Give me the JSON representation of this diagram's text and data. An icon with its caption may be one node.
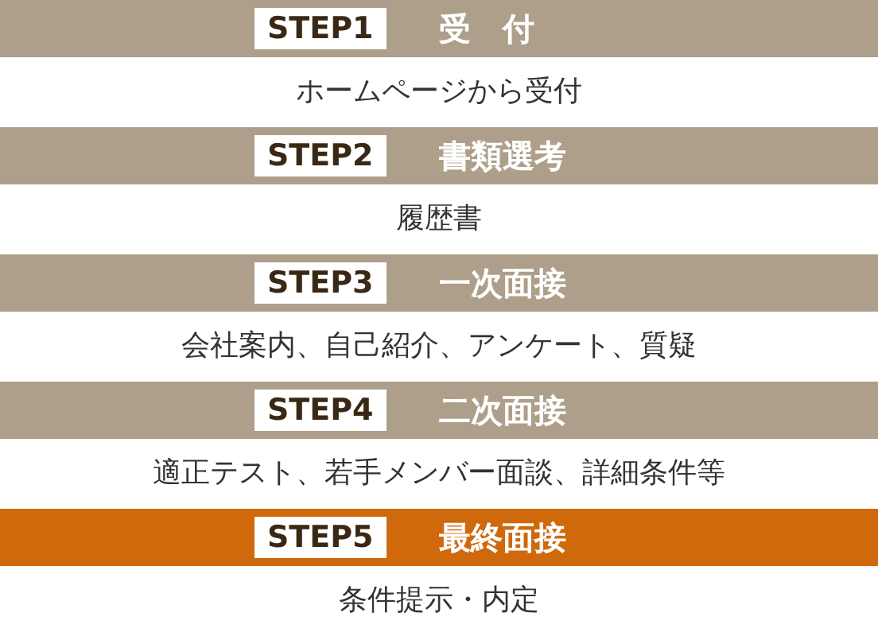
{
  "diagram": {
    "nodes": [
      {
        "text": [
          "STEP1",
          "受　付"
        ],
        "beside": [
          "ホームページから受付"
        ]
      },
      {
        "text": [
          "STEP2",
          "書類選考"
        ],
        "beside": [
          "履歴書"
        ]
      },
      {
        "text": [
          "STEP3",
          "一次面接"
        ],
        "beside": [
          "会社案内、自己紹介、アンケート、質疑"
        ]
      },
      {
        "text": [
          "STEP4",
          "二次面接"
        ],
        "beside": [
          "適正テスト、若手メンバー面談、詳細条件等"
        ]
      },
      {
        "text": [
          "STEP5",
          "最終面接"
        ],
        "beside": [
          "条件提示・内定"
        ]
      }
    ]
  }
}
